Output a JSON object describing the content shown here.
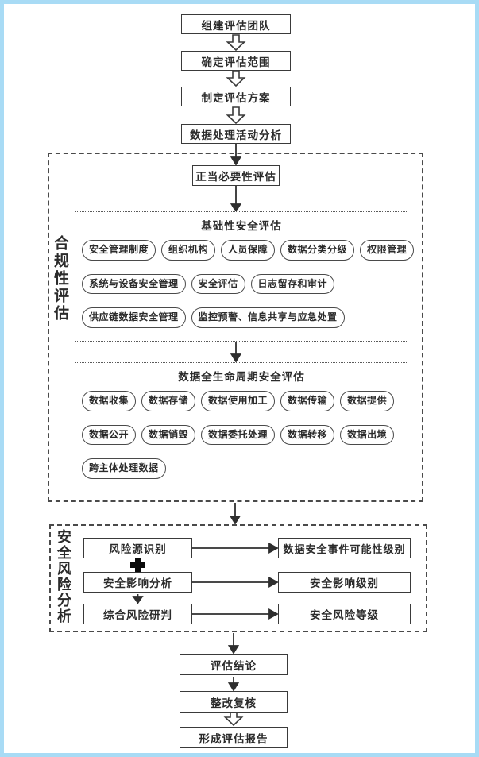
{
  "colors": {
    "frame_border": "#a8dbf5",
    "line": "#3a3a3a",
    "text": "#2b2b2b"
  },
  "top_flow": {
    "steps": [
      "组建评估团队",
      "确定评估范围",
      "制定评估方案",
      "数据处理活动分析"
    ]
  },
  "compliance": {
    "side_label": "合规性评估",
    "justification": "正当必要性评估",
    "basic_security": {
      "title": "基础性安全评估",
      "rows": [
        [
          "安全管理制度",
          "组织机构",
          "人员保障",
          "数据分类分级",
          "权限管理"
        ],
        [
          "系统与设备安全管理",
          "安全评估",
          "日志留存和审计"
        ],
        [
          "供应链数据安全管理",
          "监控预警、信息共享与应急处置"
        ]
      ]
    },
    "lifecycle_security": {
      "title": "数据全生命周期安全评估",
      "rows": [
        [
          "数据收集",
          "数据存储",
          "数据使用加工",
          "数据传输",
          "数据提供"
        ],
        [
          "数据公开",
          "数据销毁",
          "数据委托处理",
          "数据转移",
          "数据出境"
        ],
        [
          "跨主体处理数据"
        ]
      ]
    }
  },
  "risk_analysis": {
    "side_label": "安全风险分析",
    "rows": [
      {
        "step": "风险源识别",
        "result": "数据安全事件可能性级别"
      },
      {
        "step": "安全影响分析",
        "result": "安全影响级别"
      },
      {
        "step": "综合风险研判",
        "result": "安全风险等级"
      }
    ]
  },
  "bottom_flow": {
    "steps": [
      "评估结论",
      "整改复核",
      "形成评估报告"
    ]
  }
}
